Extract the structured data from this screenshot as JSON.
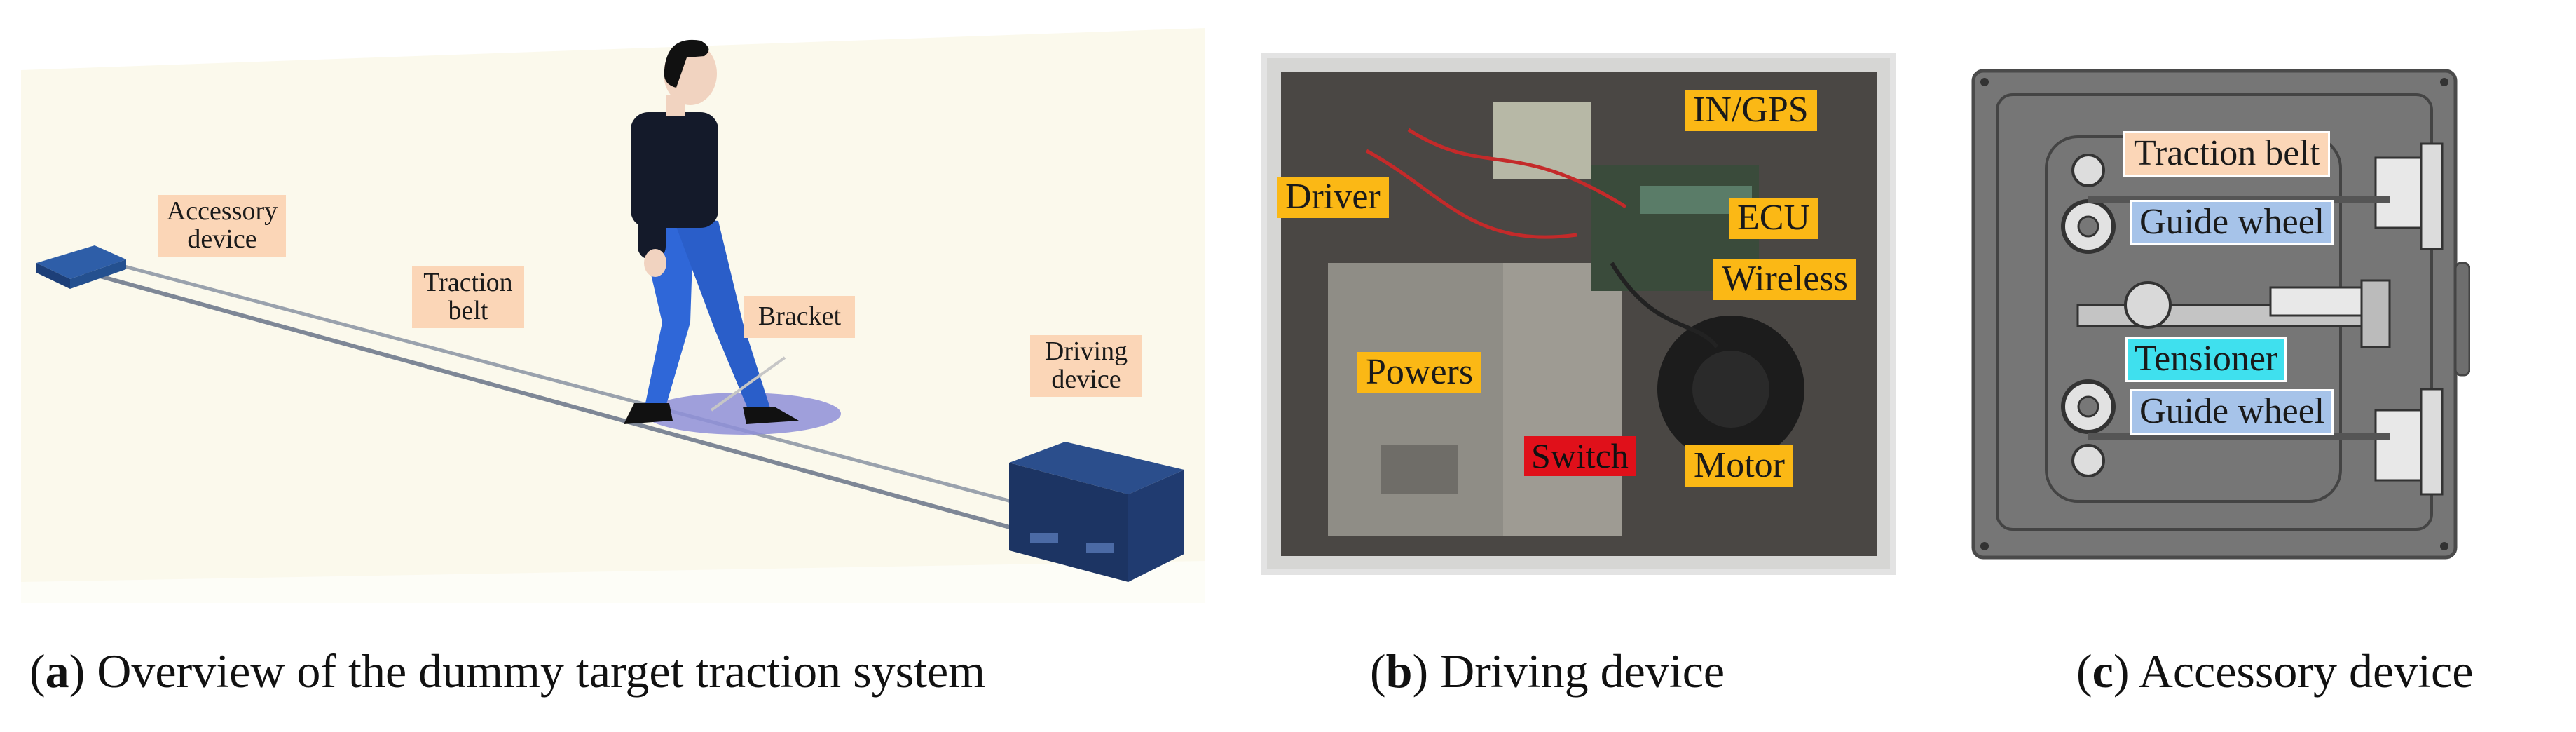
{
  "panel_a": {
    "labels": {
      "accessory": [
        "Accessory",
        "device"
      ],
      "traction": [
        "Traction",
        "belt"
      ],
      "bracket": "Bracket",
      "driving": [
        "Driving",
        "device"
      ]
    },
    "caption": {
      "letter": "a",
      "text": ") Overview of the dummy target traction system"
    }
  },
  "panel_b": {
    "labels": {
      "ingps": "IN/GPS",
      "driver": "Driver",
      "ecu": "ECU",
      "wireless": "Wireless",
      "powers": "Powers",
      "switch": "Switch",
      "motor": "Motor"
    },
    "caption": {
      "letter": "b",
      "text": ") Driving device"
    }
  },
  "panel_c": {
    "labels": {
      "traction_belt": "Traction belt",
      "guide_wheel_top": "Guide wheel",
      "tensioner": "Tensioner",
      "guide_wheel_bottom": "Guide wheel"
    },
    "caption": {
      "letter": "c",
      "text": ") Accessory device"
    }
  },
  "colors": {
    "peach": "#fbd6b7",
    "orange": "#fbb815",
    "red": "#e0101a",
    "blue": "#a6c3e9",
    "cyan": "#3fe0ee"
  }
}
